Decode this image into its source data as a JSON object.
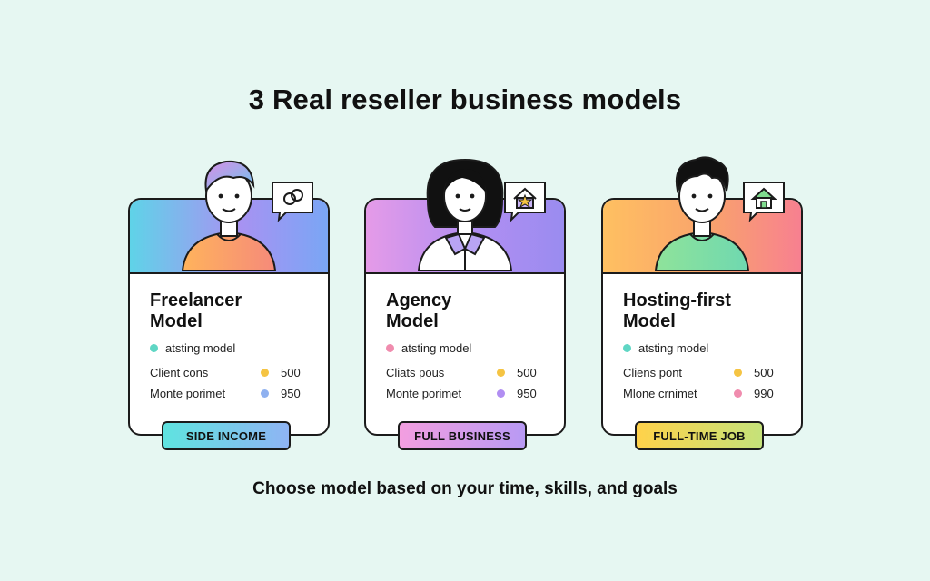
{
  "title": "3 Real reseller business models",
  "footer": "Choose model based on your time, skills, and goals",
  "cards": [
    {
      "title_line1": "Freelancer",
      "title_line2": "Model",
      "tagline": "atsting model",
      "rows": [
        {
          "label": "Client cons",
          "value": "500",
          "dot_color": "#f5c443"
        },
        {
          "label": "Monte porimet",
          "value": "950",
          "dot_color": "#8fb1f0"
        }
      ],
      "tagline_dot_color": "#5fd6c4",
      "badge_icon": "link-icon",
      "pill": "SIDE INCOME"
    },
    {
      "title_line1": "Agency",
      "title_line2": "Model",
      "tagline": "atsting model",
      "rows": [
        {
          "label": "Cliats pous",
          "value": "500",
          "dot_color": "#f5c443"
        },
        {
          "label": "Monte porimet",
          "value": "950",
          "dot_color": "#b18ef2"
        }
      ],
      "tagline_dot_color": "#f08cae",
      "badge_icon": "agency-house-icon",
      "pill": "FULL BUSINESS"
    },
    {
      "title_line1": "Hosting-first",
      "title_line2": "Model",
      "tagline": "atsting model",
      "rows": [
        {
          "label": "Cliens pont",
          "value": "500",
          "dot_color": "#f5c443"
        },
        {
          "label": "Mlone crnimet",
          "value": "990",
          "dot_color": "#f08cae"
        }
      ],
      "tagline_dot_color": "#5fd6c4",
      "badge_icon": "hosting-house-icon",
      "pill": "FULL-TIME JOB"
    }
  ]
}
